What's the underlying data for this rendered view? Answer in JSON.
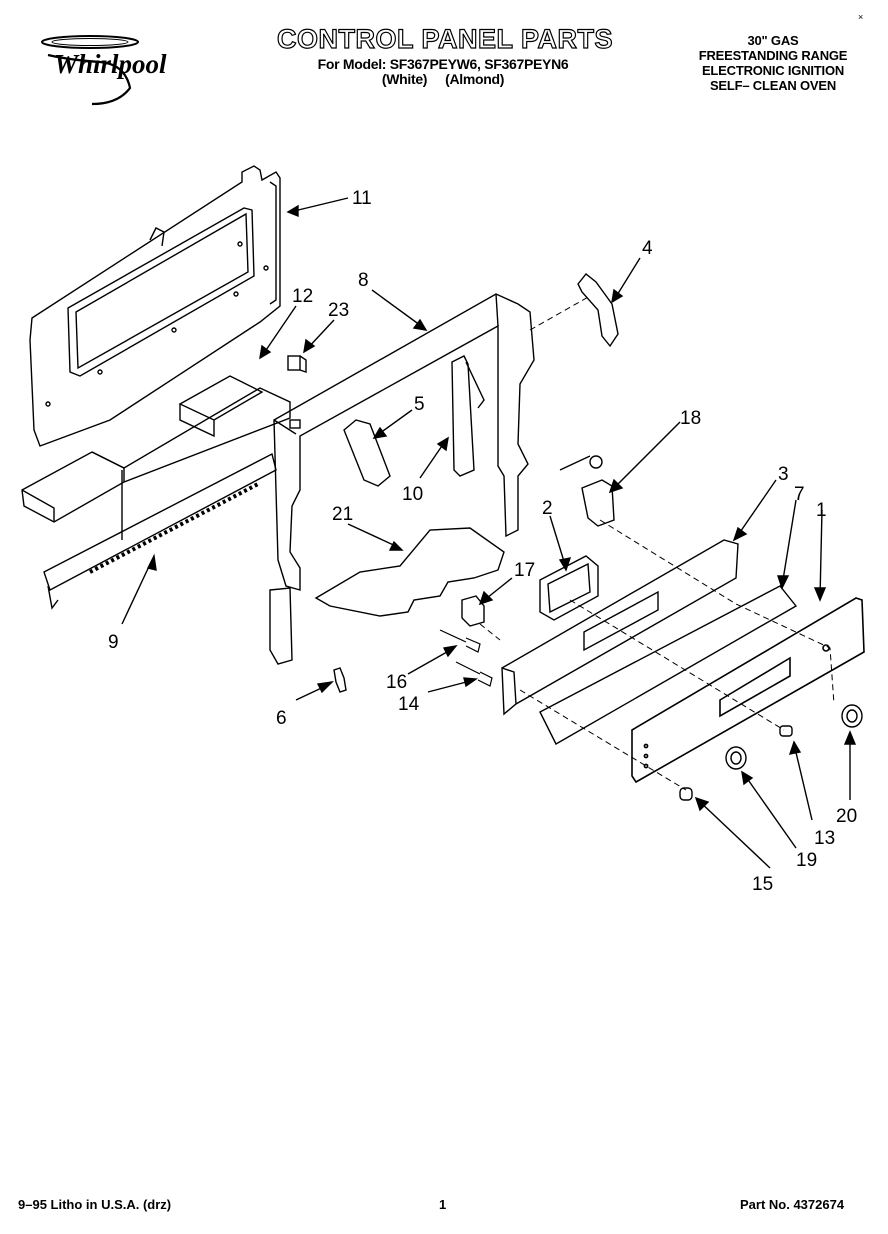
{
  "brand": {
    "logo_text": "Whirlpool"
  },
  "header": {
    "title": "CONTROL PANEL PARTS",
    "model_line": "For Model: SF367PEYW6, SF367PEYN6",
    "color_line": "(White)     (Almond)",
    "description": [
      "30\" GAS",
      "FREESTANDING RANGE",
      "ELECTRONIC IGNITION",
      "SELF– CLEAN OVEN"
    ]
  },
  "corner_mark": "×",
  "callouts": [
    "1",
    "2",
    "3",
    "4",
    "5",
    "6",
    "7",
    "8",
    "9",
    "10",
    "11",
    "12",
    "13",
    "14",
    "15",
    "16",
    "17",
    "18",
    "19",
    "20",
    "21",
    "23"
  ],
  "footer": {
    "left": "9–95 Litho in U.S.A. (drz)",
    "center": "1",
    "right": "Part No. 4372674"
  }
}
